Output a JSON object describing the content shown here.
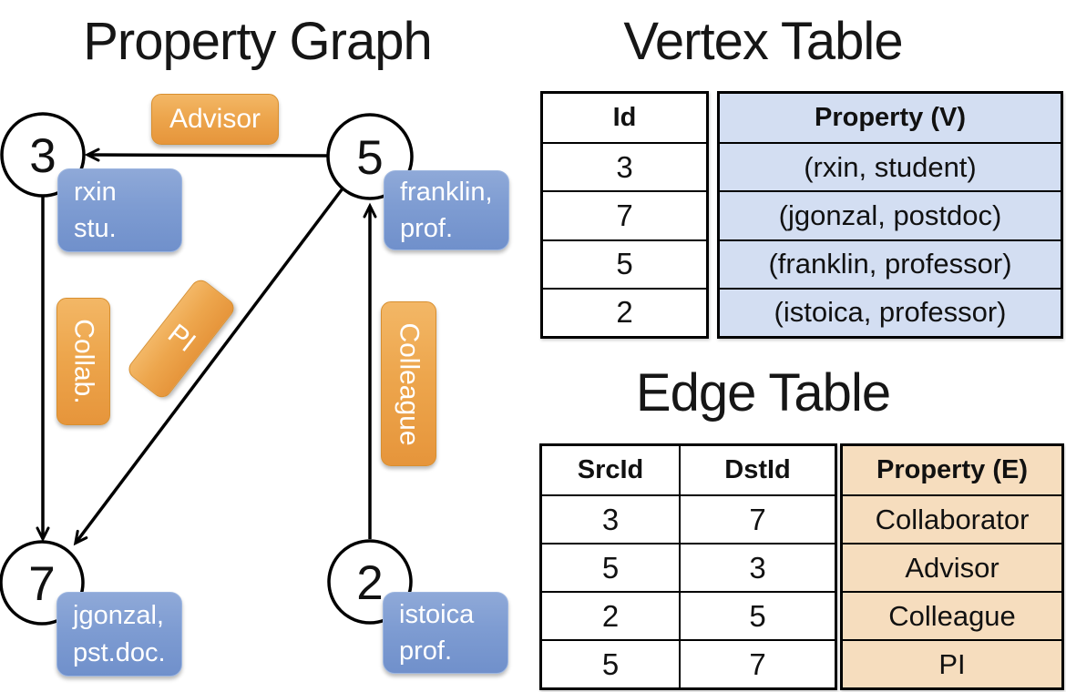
{
  "graph": {
    "title": "Property Graph",
    "vertices": [
      {
        "id": "3",
        "line1": "rxin",
        "line2": "stu."
      },
      {
        "id": "5",
        "line1": "franklin,",
        "line2": "prof."
      },
      {
        "id": "7",
        "line1": "jgonzal,",
        "line2": "pst.doc."
      },
      {
        "id": "2",
        "line1": "istoica",
        "line2": "prof."
      }
    ],
    "edge_labels": {
      "advisor": "Advisor",
      "collab": "Collab.",
      "pi": "PI",
      "colleague": "Colleague"
    }
  },
  "vertex_table": {
    "title": "Vertex Table",
    "columns": {
      "id": "Id",
      "property": "Property (V)"
    },
    "rows": [
      {
        "id": "3",
        "property": "(rxin, student)"
      },
      {
        "id": "7",
        "property": "(jgonzal, postdoc)"
      },
      {
        "id": "5",
        "property": "(franklin, professor)"
      },
      {
        "id": "2",
        "property": "(istoica, professor)"
      }
    ]
  },
  "edge_table": {
    "title": "Edge Table",
    "columns": {
      "src": "SrcId",
      "dst": "DstId",
      "property": "Property (E)"
    },
    "rows": [
      {
        "src": "3",
        "dst": "7",
        "property": "Collaborator"
      },
      {
        "src": "5",
        "dst": "3",
        "property": "Advisor"
      },
      {
        "src": "2",
        "dst": "5",
        "property": "Colleague"
      },
      {
        "src": "5",
        "dst": "7",
        "property": "PI"
      }
    ]
  },
  "colors": {
    "edge_label_fill": "#EDA64D",
    "vertex_label_fill": "#7E9CD2",
    "vertex_table_fill": "#D3DEF2",
    "edge_table_fill": "#F6DDBE",
    "line": "#000000"
  }
}
